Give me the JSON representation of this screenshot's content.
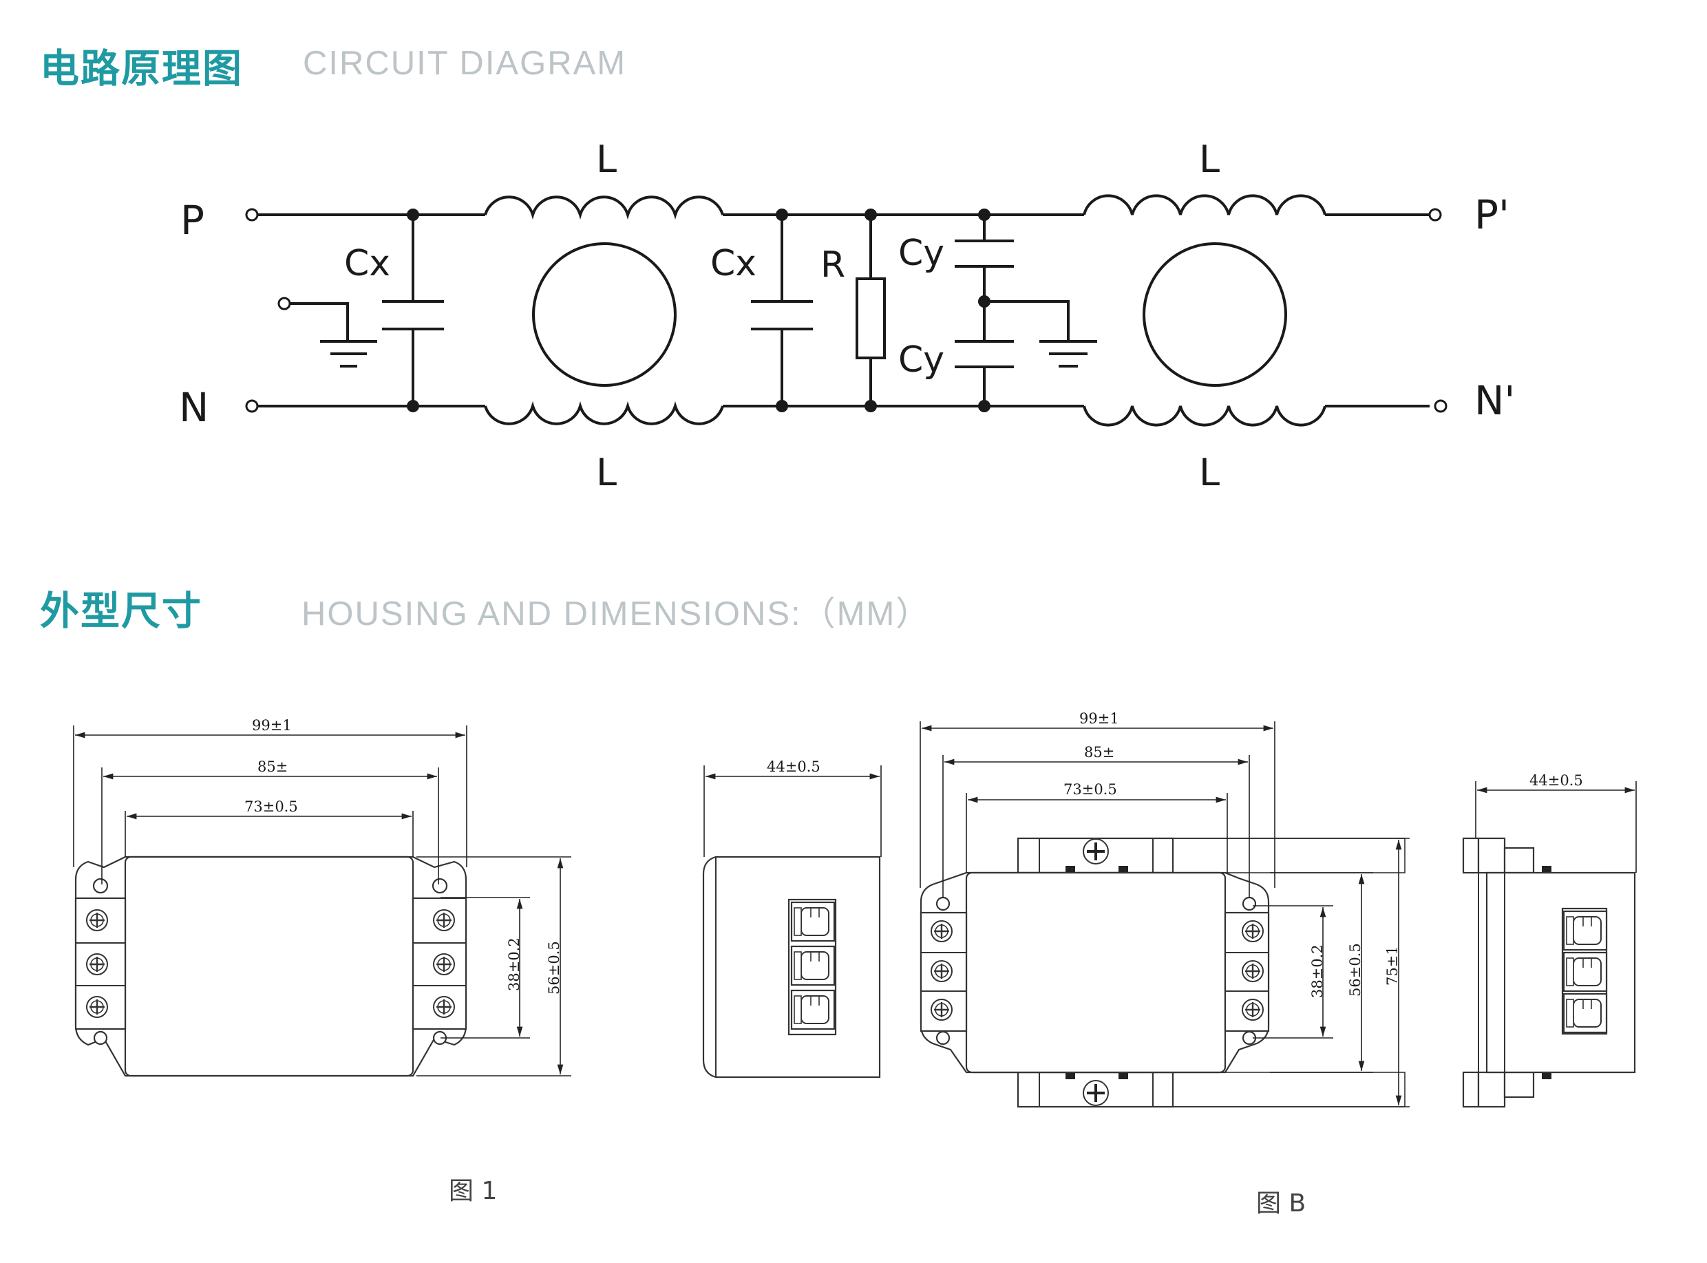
{
  "headers": {
    "circuit_zh": "电路原理图",
    "circuit_en": "CIRCUIT DIAGRAM",
    "dimensions_zh": "外型尺寸",
    "dimensions_en": "HOUSING AND DIMENSIONS:（MM）"
  },
  "circuit": {
    "terminals": {
      "p_in": "P",
      "n_in": "N",
      "p_out": "P'",
      "n_out": "N'"
    },
    "inductor": "L",
    "cx": "Cx",
    "cy": "Cy",
    "resistor": "R"
  },
  "fig1": {
    "caption": "图 1",
    "front": {
      "width_overall": "99±1",
      "width_holes": "85±",
      "width_body": "73±0.5",
      "height_terminals": "38±0.2",
      "height_overall": "56±0.5"
    },
    "side": {
      "depth": "44±0.5"
    }
  },
  "figB": {
    "caption": "图 B",
    "front": {
      "width_overall": "99±1",
      "width_holes": "85±",
      "width_body": "73±0.5",
      "height_terminals": "38±0.2",
      "height_body": "56±0.5",
      "height_overall": "75±1"
    },
    "side": {
      "depth": "44±0.5"
    }
  },
  "colors": {
    "accent": "#1f9aa3",
    "subtitle": "#bcc4c8",
    "line": "#1a1a1a"
  }
}
